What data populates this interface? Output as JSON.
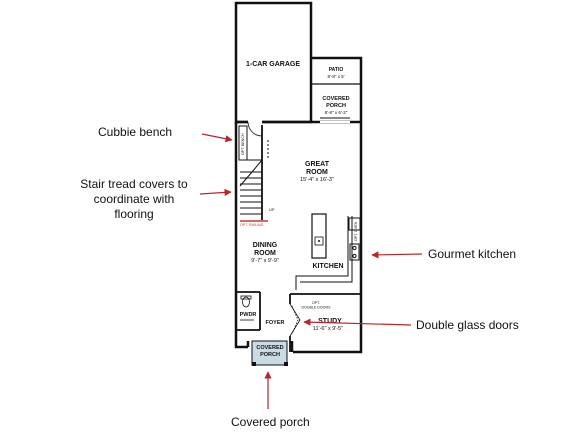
{
  "rooms": {
    "garage": {
      "name": "1-CAR GARAGE"
    },
    "patio": {
      "name": "PATIO",
      "dims": "8'-8\" x 5'"
    },
    "covered_porch_rear": {
      "name_line1": "COVERED",
      "name_line2": "PORCH",
      "dims": "8'-8\" x 6'-2\""
    },
    "great_room": {
      "name_line1": "GREAT",
      "name_line2": "ROOM",
      "dims": "15'-4\" x 16'-3\""
    },
    "dining_room": {
      "name_line1": "DINING",
      "name_line2": "ROOM",
      "dims": "9'-7\" x 9'-9\""
    },
    "kitchen": {
      "name": "KITCHEN"
    },
    "study": {
      "name": "STUDY",
      "dims": "11'-6\" x 9'-5\""
    },
    "pwdr": {
      "name": "PWDR"
    },
    "foyer": {
      "name": "FOYER"
    },
    "covered_porch_front": {
      "name_line1": "COVERED",
      "name_line2": "PORCH"
    }
  },
  "small_labels": {
    "opt_bench": "OPT. BENCH",
    "up": "UP",
    "opt_railing": "OPT. RAILING",
    "opt_oven": "OPT. OVEN",
    "opt_double_doors_line1": "OPT.",
    "opt_double_doors_line2": "DOUBLE DOORS"
  },
  "callouts": {
    "cubbie_bench": "Cubbie bench",
    "stair_line1": "Stair tread covers to",
    "stair_line2": "coordinate with",
    "stair_line3": "flooring",
    "gourmet_kitchen": "Gourmet kitchen",
    "double_glass_doors": "Double glass doors",
    "covered_porch": "Covered porch"
  },
  "colors": {
    "wall": "#111111",
    "arrow": "#b8262b",
    "porch_fill": "#c9dbe3",
    "railing": "#d0342c"
  }
}
